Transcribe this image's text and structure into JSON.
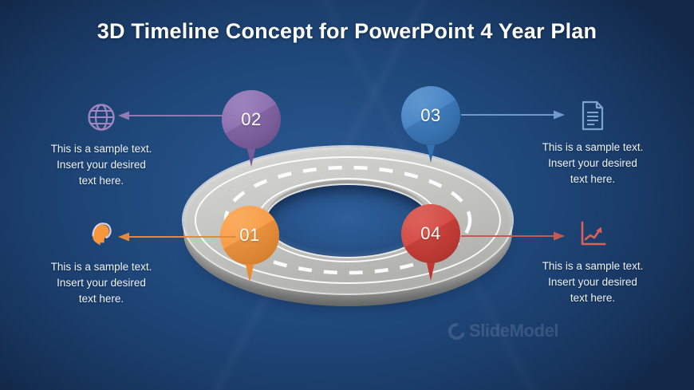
{
  "slide": {
    "title": "3D Timeline Concept for PowerPoint 4 Year Plan",
    "background_top": "#16365c",
    "background_center": "#2a5a94",
    "background_bottom": "#12294a",
    "watermark": "SlideModel",
    "watermark_icon": "slidemodel-ring-logo"
  },
  "center_graphic": {
    "name": "3d-circular-road-ring",
    "surface_color": "#c4c4c1",
    "lane_line_color": "#ffffff",
    "hole_color": "#27548b"
  },
  "markers": [
    {
      "id": "01",
      "label": "01",
      "color": "#f5963c",
      "position": "bottom-left",
      "icon": "pin-marker"
    },
    {
      "id": "02",
      "label": "02",
      "color": "#8566a9",
      "position": "top-left",
      "icon": "pin-marker"
    },
    {
      "id": "03",
      "label": "03",
      "color": "#3c7cc0",
      "position": "top-right",
      "icon": "pin-marker"
    },
    {
      "id": "04",
      "label": "04",
      "color": "#cf4038",
      "position": "bottom-right",
      "icon": "pin-marker"
    }
  ],
  "blocks": [
    {
      "key": "top-left",
      "marker": "02",
      "icon_name": "globe-icon",
      "icon_color": "#9f86c0",
      "arrow_color": "#8f7ab4",
      "arrow_direction": "left",
      "text": "This is a sample  text.\nInsert your desired\ntext here."
    },
    {
      "key": "bottom-left",
      "marker": "01",
      "icon_name": "head-mind-icon",
      "icon_color": "#f5963c",
      "arrow_color": "#e08a3c",
      "arrow_direction": "left",
      "text": "This is a sample  text.\nInsert your desired\ntext here."
    },
    {
      "key": "top-right",
      "marker": "03",
      "icon_name": "document-icon",
      "icon_color": "#7ba4d0",
      "arrow_color": "#6e9acb",
      "arrow_direction": "right",
      "text": "This is a sample  text.\nInsert your desired\ntext here."
    },
    {
      "key": "bottom-right",
      "marker": "04",
      "icon_name": "growth-chart-icon",
      "icon_color": "#d9615a",
      "arrow_color": "#c65a52",
      "arrow_direction": "right",
      "text": "This is a sample  text.\nInsert your desired\ntext here."
    }
  ]
}
